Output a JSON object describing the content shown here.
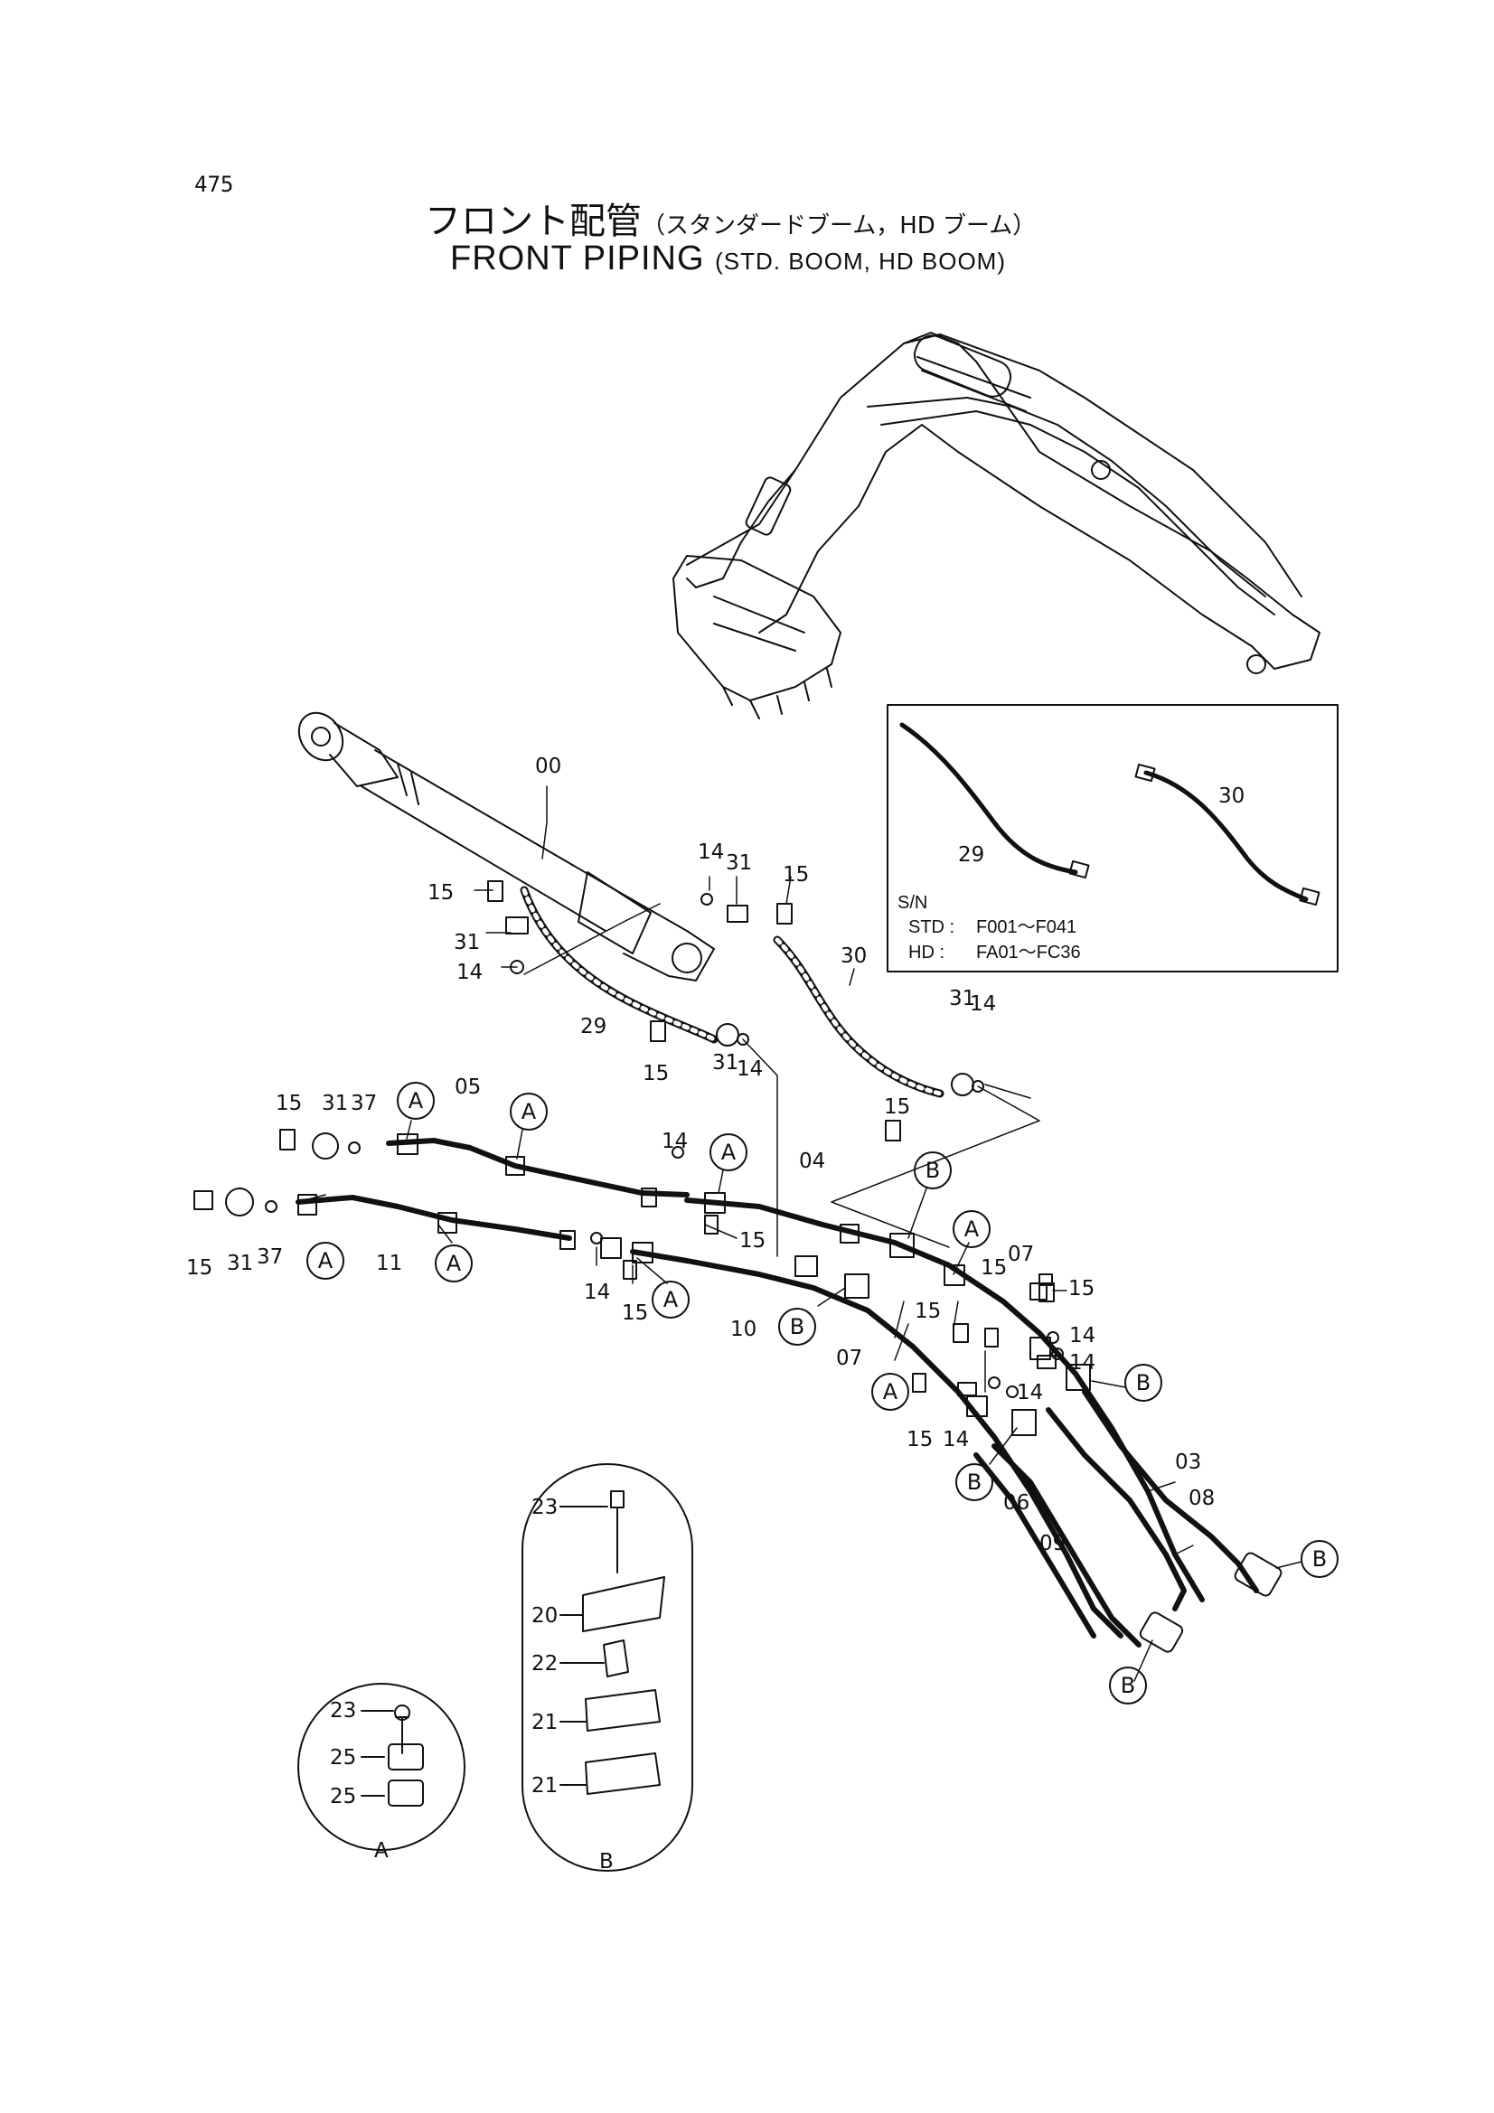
{
  "page_number": "475",
  "title_jp": "フロント配管",
  "subtitle_jp": "（スタンダードブーム，HD ブーム）",
  "title_en": "FRONT PIPING",
  "subtitle_en": "(STD. BOOM, HD BOOM)",
  "inset": {
    "parts": [
      "29",
      "30"
    ],
    "sn_label": "S/N",
    "std_label": "STD :",
    "std_range": "F001～F041",
    "hd_label": "HD  :",
    "hd_range": "FA01～FC36"
  },
  "callouts": {
    "c00": "00",
    "c29a": "29",
    "c30a": "30",
    "c15a": "15",
    "c31a": "31",
    "c14a": "14",
    "c14b": "14",
    "c31b": "31",
    "c15b": "15",
    "c15c": "15",
    "c31c": "31",
    "c14c": "14",
    "c31d": "31",
    "c14d": "14",
    "c15d": "15",
    "c15e": "15",
    "c31e": "31",
    "c37a": "37",
    "c05": "05",
    "c14e": "14",
    "c04": "04",
    "c15f": "15",
    "c31f": "31",
    "c37b": "37",
    "c11": "11",
    "c15g": "15",
    "c14f": "14",
    "c15h": "15",
    "c10": "10",
    "c07a": "07",
    "c07b": "07",
    "c15i": "15",
    "c15j": "15",
    "c15k": "15",
    "c14g": "14",
    "c14h": "14",
    "c14i": "14",
    "c14j": "14",
    "c03": "03",
    "c08": "08",
    "c06": "06",
    "c09": "09",
    "c15l": "15"
  },
  "circle_markers": {
    "A": "A",
    "B": "B"
  },
  "detail_a": {
    "label": "A",
    "parts": [
      "23",
      "25",
      "25"
    ]
  },
  "detail_b": {
    "label": "B",
    "parts": [
      "23",
      "20",
      "22",
      "21",
      "21"
    ]
  }
}
